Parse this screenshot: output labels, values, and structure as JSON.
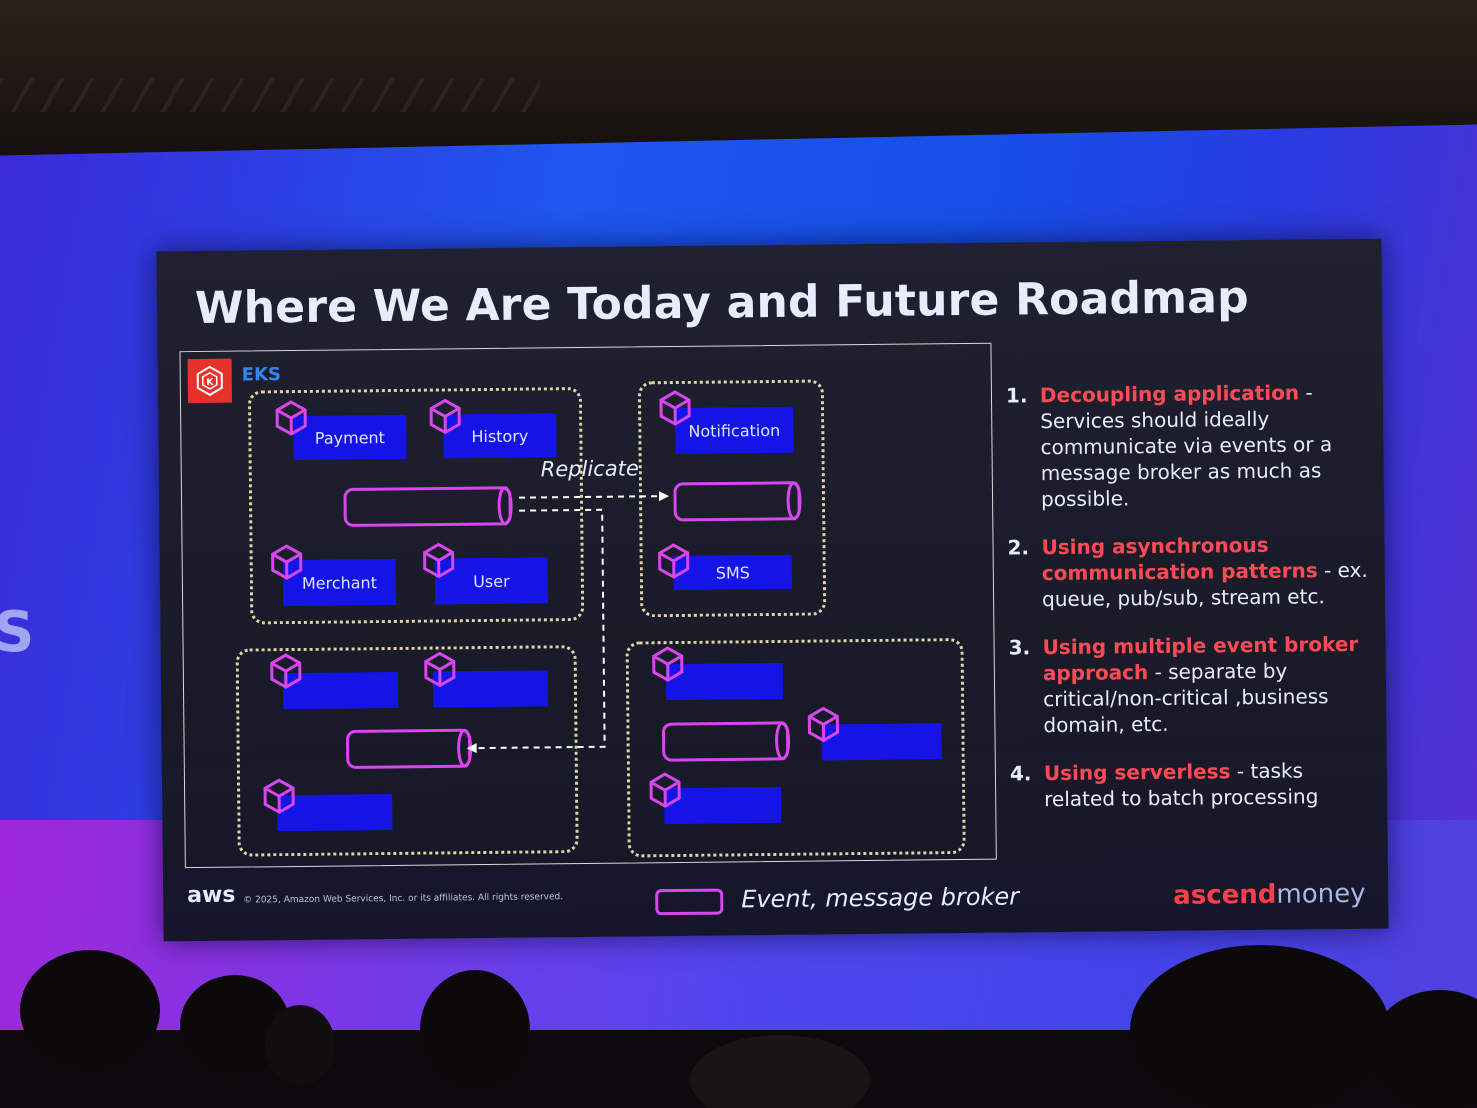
{
  "slide": {
    "title": "Where We Are Today and Future Roadmap",
    "eks_label": "EKS",
    "replicate_label": "Replicate",
    "services": {
      "payment": "Payment",
      "history": "History",
      "merchant": "Merchant",
      "user": "User",
      "notification": "Notification",
      "sms": "SMS"
    },
    "steps": [
      {
        "num": "1.",
        "highlight": "Decoupling application",
        "rest": " - Services should ideally communicate via events or a message broker as much as possible."
      },
      {
        "num": "2.",
        "highlight": "Using asynchronous communication patterns",
        "rest": " - ex. queue, pub/sub, stream etc."
      },
      {
        "num": "3.",
        "highlight": "Using multiple event broker approach",
        "rest": " - separate by  critical/non-critical ,business domain, etc."
      },
      {
        "num": "4.",
        "highlight": "Using serverless",
        "rest": " - tasks related to batch processing"
      }
    ],
    "footer": {
      "aws_logo": "aws",
      "copyright": "© 2025, Amazon Web Services, Inc. or its affiliates. All rights reserved.",
      "legend": "Event, message broker",
      "brand_1": "ascend",
      "brand_2": "money"
    }
  },
  "colors": {
    "service_fill": "#1414e6",
    "broker_stroke": "#d946ef",
    "highlight": "#ff4a55",
    "eks_blue": "#2f86ff"
  }
}
